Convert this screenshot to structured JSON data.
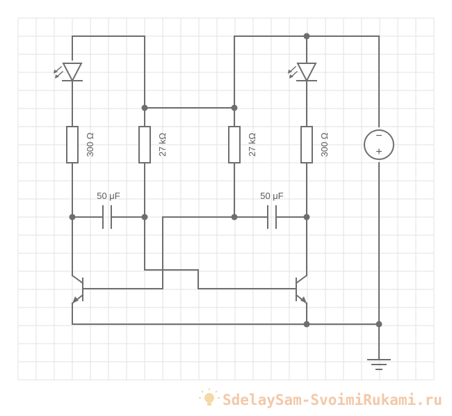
{
  "components": {
    "r1": {
      "label": "300 Ω"
    },
    "r2": {
      "label": "27 kΩ"
    },
    "r3": {
      "label": "27 kΩ"
    },
    "r4": {
      "label": "300 Ω"
    },
    "c1": {
      "label": "50 μF"
    },
    "c2": {
      "label": "50 μF"
    },
    "battery": {
      "minus": "−",
      "plus": "+"
    }
  },
  "watermark": {
    "text": "SdelaySam-SvoimiRukami.ru"
  },
  "colors": {
    "wire": "#6e6e6e",
    "grid": "#e2e2e2",
    "watermark": "#f2c8a8"
  }
}
